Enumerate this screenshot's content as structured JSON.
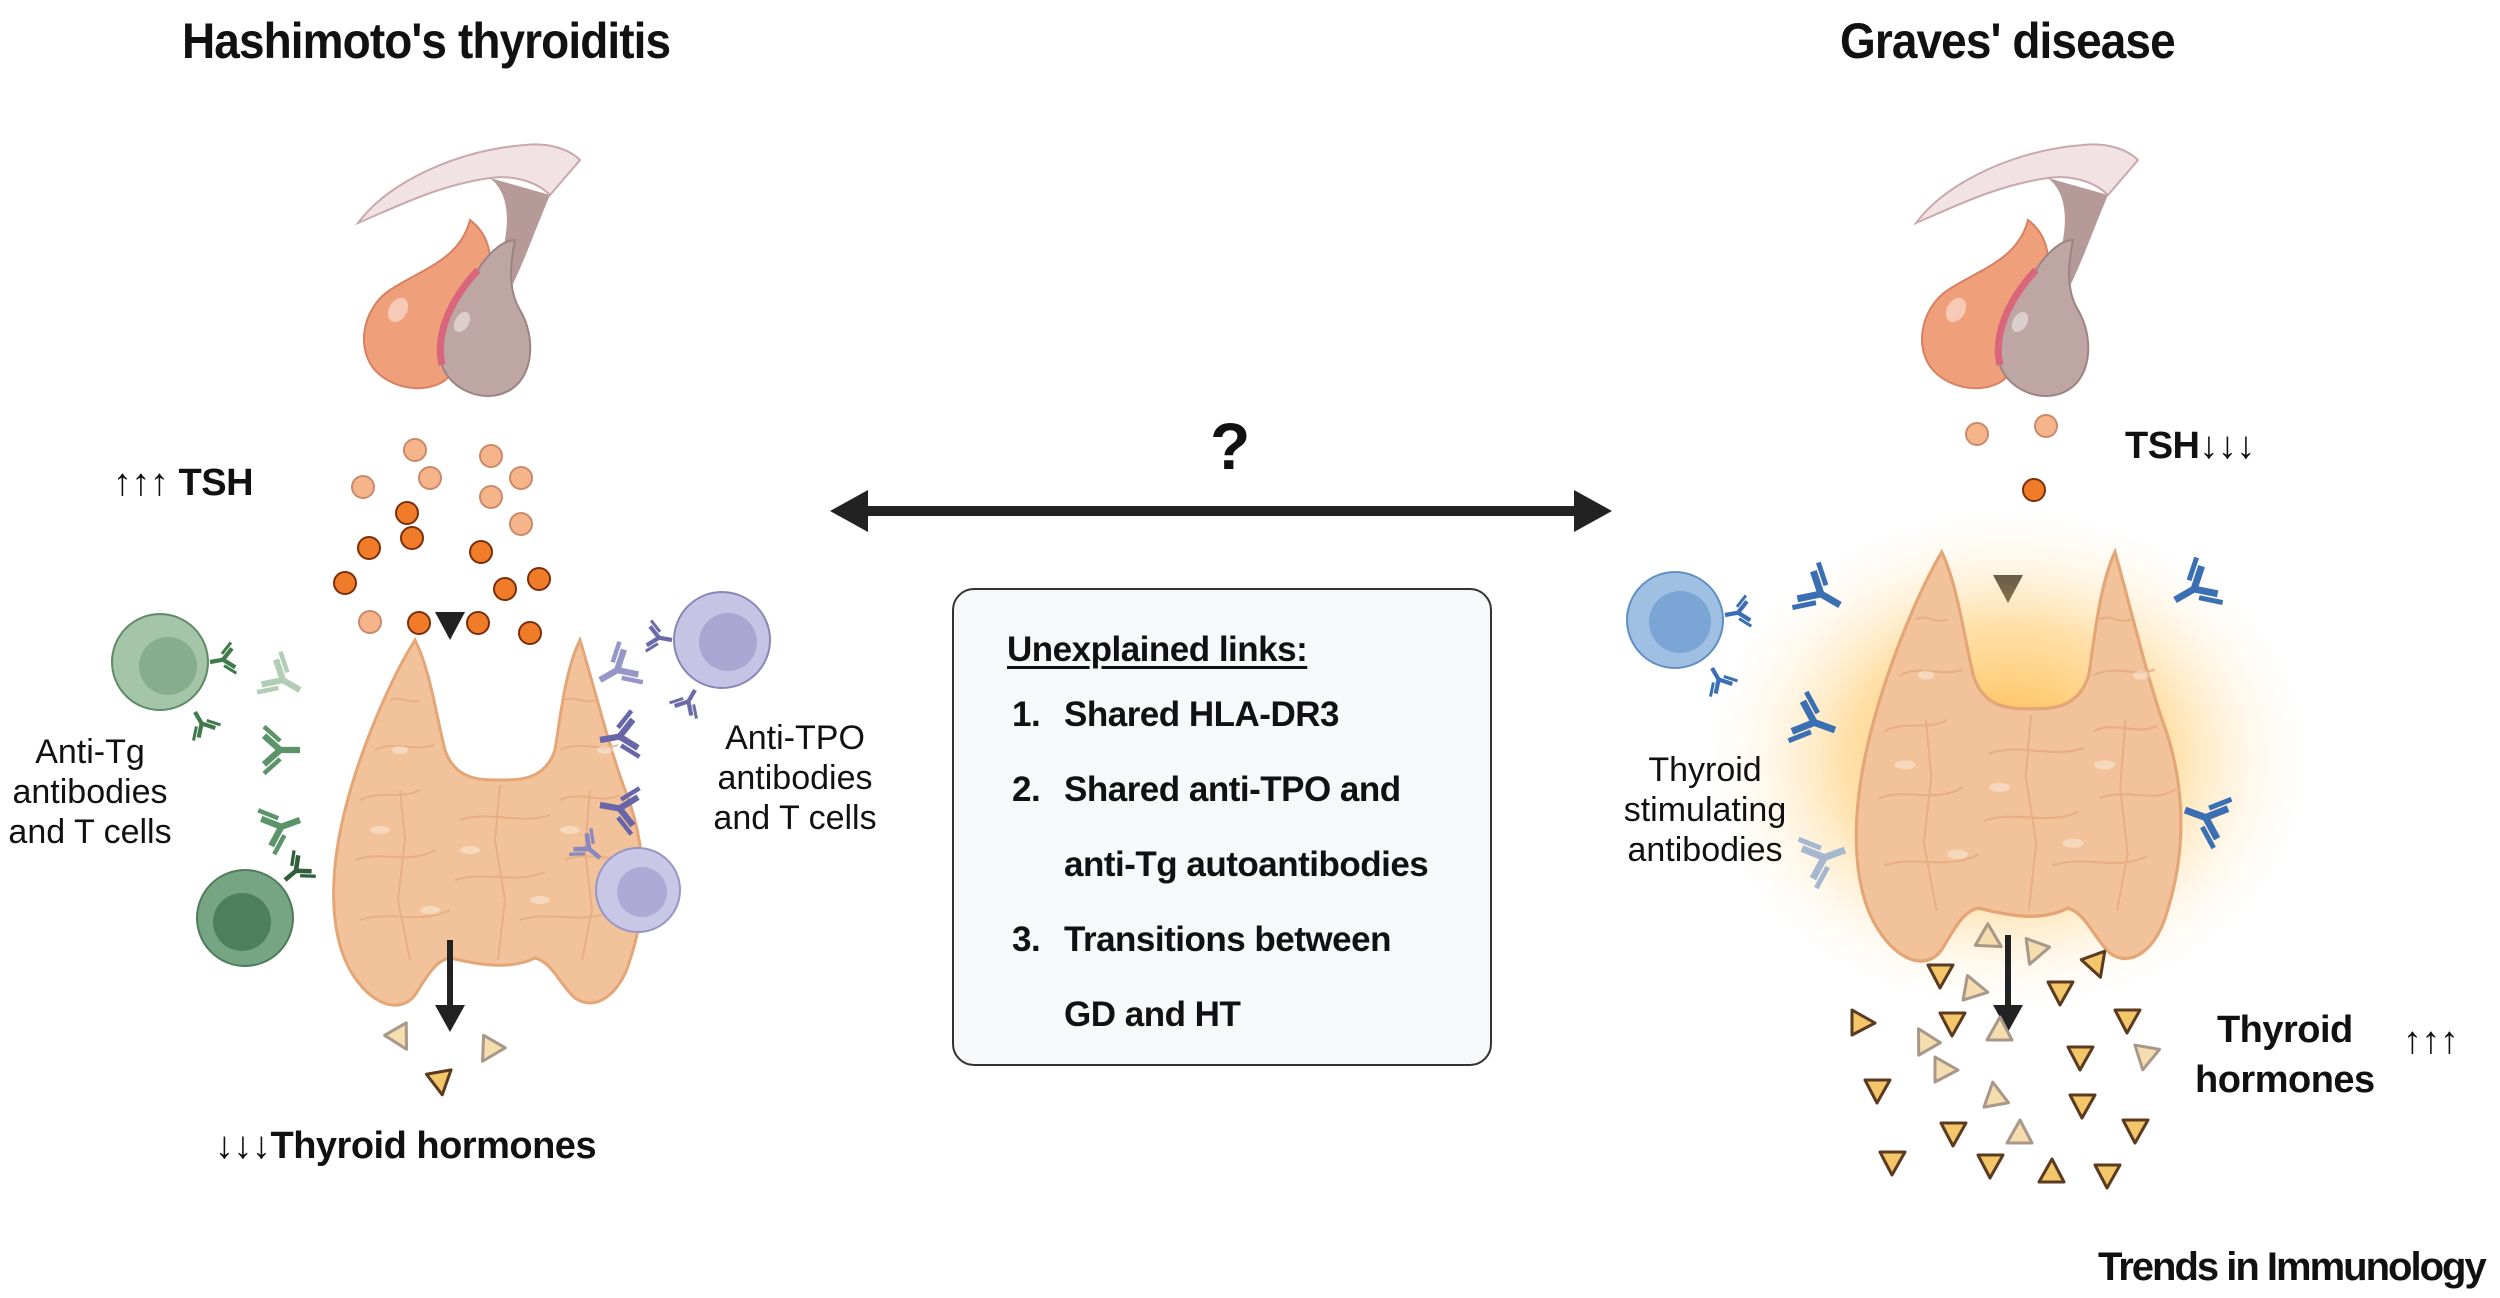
{
  "figure": {
    "left_panel": {
      "title": "Hashimoto's thyroiditis",
      "tsh_label": "↑↑↑ TSH",
      "left_antibody_label": [
        "Anti-Tg",
        "antibodies",
        "and T cells"
      ],
      "right_antibody_label": [
        "Anti-TPO",
        "antibodies",
        "and T cells"
      ],
      "hormone_label": "↓↓↓Thyroid hormones",
      "tsh_level": "high",
      "hormone_level": "low"
    },
    "right_panel": {
      "title": "Graves' disease",
      "tsh_label": "TSH↓↓↓",
      "antibody_label": [
        "Thyroid",
        "stimulating",
        "antibodies"
      ],
      "hormone_label": [
        "Thyroid",
        "hormones"
      ],
      "hormone_arrows": "↑↑↑",
      "tsh_level": "low",
      "hormone_level": "high"
    },
    "center": {
      "question_mark": "?",
      "box_heading": "Unexplained links:",
      "items": [
        {
          "num": "1.",
          "lines": [
            "Shared HLA-DR3"
          ]
        },
        {
          "num": "2.",
          "lines": [
            "Shared anti-TPO and",
            "anti-Tg autoantibodies"
          ]
        },
        {
          "num": "3.",
          "lines": [
            "Transitions between",
            "GD and HT"
          ]
        }
      ]
    },
    "journal": "Trends in Immunology",
    "colors": {
      "thyroid": "#f2c39a",
      "thyroid_outline": "#e0a070",
      "glow": "#ffb84d",
      "tsh_dark": "#f07c2a",
      "tsh_light": "#f6b48a",
      "hormone_dark": "#f3c66a",
      "hormone_light": "#f6ddb0",
      "anti_tg_green": "#4f8a5f",
      "anti_tpo_purple": "#7474b0",
      "tsab_blue": "#3b6fb3",
      "arrow": "#222222"
    }
  }
}
